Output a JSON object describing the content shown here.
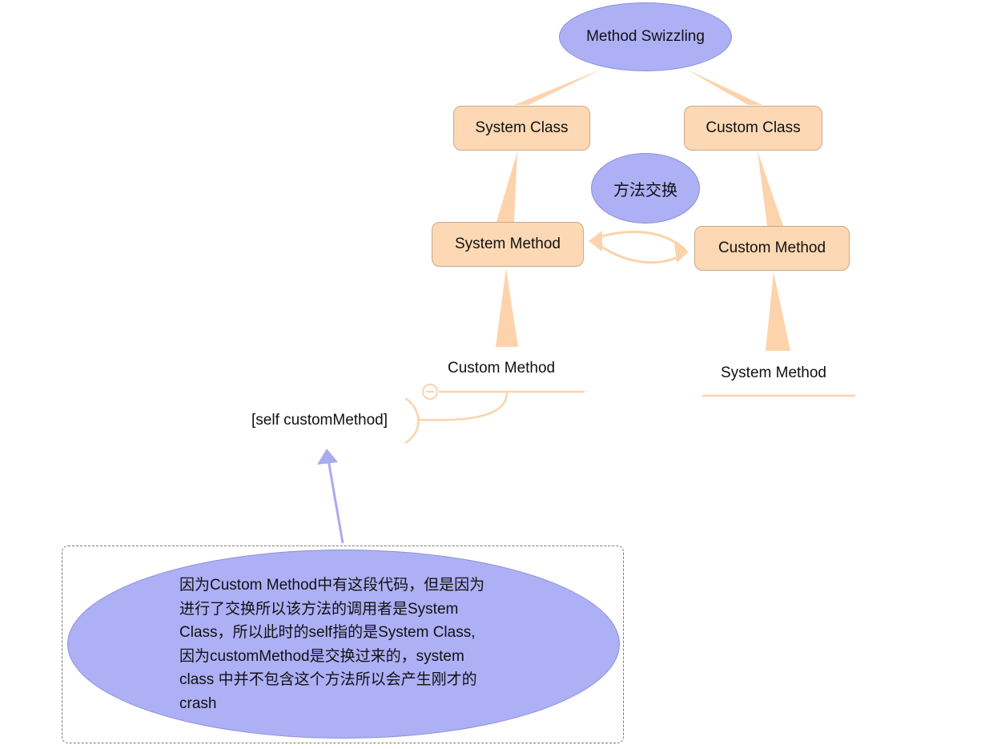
{
  "colors": {
    "ellipse_fill": "#aeb0f6",
    "box_fill": "#fdd8b4",
    "connector": "#fcd3ab",
    "arrow": "#a9abef"
  },
  "nodes": {
    "root": "Method Swizzling",
    "system_class": "System Class",
    "custom_class": "Custom Class",
    "exchange": "方法交换",
    "system_method": "System Method",
    "custom_method": "Custom Method",
    "leaf_left": "Custom Method",
    "leaf_right": "System Method",
    "self_call": "[self customMethod]"
  },
  "note": {
    "text": "因为Custom Method中有这段代码，但是因为\n进行了交换所以该方法的调用者是System\nClass，所以此时的self指的是System Class,\n因为customMethod是交换过来的，system\nclass 中并不包含这个方法所以会产生刚才的\ncrash"
  }
}
